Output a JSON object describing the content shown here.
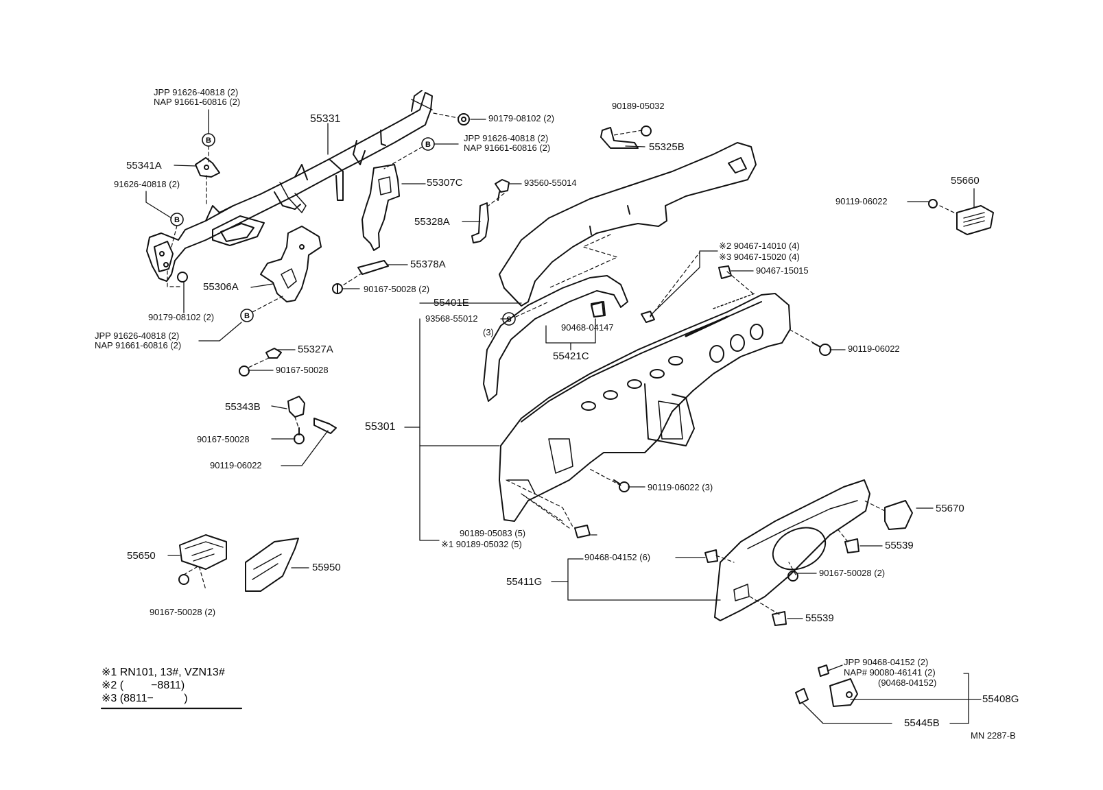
{
  "diagram_code": "MN  2287-B",
  "notes": {
    "n1": "※1 RN101, 13#, VZN13#",
    "n2": "※2 (         −8811)",
    "n3": "※3 (8811−          )"
  },
  "labels": {
    "jpp_top": "JPP  91626-40818 (2)",
    "nap_top": "NAP 91661-60816 (2)",
    "p55331": "55331",
    "p90179a": "90179-08102 (2)",
    "p90189_05032": "90189-05032",
    "jpp_mid": "JPP  91626-40818 (2)",
    "nap_mid": "NAP 91661-60816 (2)",
    "p55325B": "55325B",
    "p55341A": "55341A",
    "p91626": "91626-40818 (2)",
    "p55307C": "55307C",
    "p93560": "93560-55014",
    "p55660": "55660",
    "p90119_a": "90119-06022",
    "p55328A": "55328A",
    "x2": "※2 90467-14010 (4)",
    "x3": "※3 90467-15020 (4)",
    "p90467_15015": "90467-15015",
    "p55378A": "55378A",
    "p55306A": "55306A",
    "p90167_a": "90167-50028 (2)",
    "p55401E": "55401E",
    "p93568": "93568-55012",
    "p93568q": "(3)",
    "p90468_04147": "90468-04147",
    "p90179b": "90179-08102 (2)",
    "jpp_low": "JPP  91626-40818 (2)",
    "nap_low": "NAP  91661-60816 (2)",
    "p90119_b": "90119-06022",
    "p55327A": "55327A",
    "p55421C": "55421C",
    "p90167_b": "90167-50028",
    "p55343B": "55343B",
    "p55301": "55301",
    "p90167_c": "90167-50028",
    "p90119_c": "90119-06022",
    "p90119_d": "90119-06022 (3)",
    "p55670": "55670",
    "p90189_05083": "90189-05083 (5)",
    "x1": "※1  90189-05032 (5)",
    "p55539a": "55539",
    "p55650": "55650",
    "p55950": "55950",
    "p90468_04152": "90468-04152 (6)",
    "p90167_d": "90167-50028 (2)",
    "p55411G": "55411G",
    "p90167_e": "90167-50028 (2)",
    "p55539b": "55539",
    "jpp_box": "JPP     90468-04152 (2)",
    "nap_box": "NAP#  90080-46141 (2)",
    "alt_box": "(90468-04152)",
    "p55408G": "55408G",
    "p55445B": "55445B",
    "mark_b": "B",
    "mark_s": "S"
  }
}
